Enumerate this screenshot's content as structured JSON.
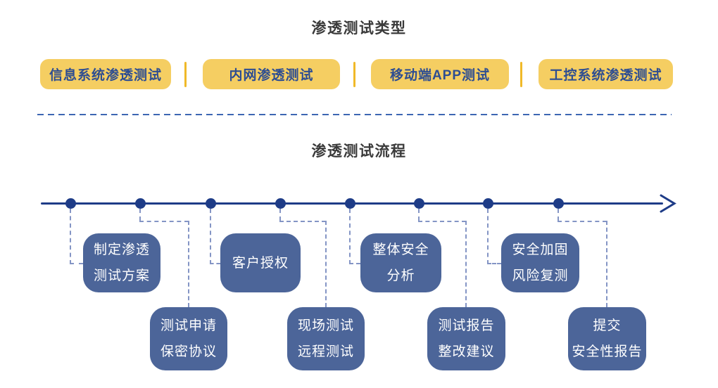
{
  "colors": {
    "chip_bg": "#F5CE62",
    "chip_text": "#2D4D92",
    "chip_divider": "#F0B929",
    "timeline_navy": "#1E3C87",
    "connector_dash": "#8495C5",
    "card_bg": "#4C6599",
    "card_text": "#FFFFFF",
    "section_divider": "#3D66B3",
    "title_text": "#3A3A3A"
  },
  "types_section": {
    "title": "渗透测试类型",
    "chips": [
      {
        "label": "信息系统渗透测试"
      },
      {
        "label": "内网渗透测试"
      },
      {
        "label": "移动端APP测试"
      },
      {
        "label": "工控系统渗透测试"
      }
    ]
  },
  "process_section": {
    "title": "渗透测试流程",
    "steps": [
      {
        "line1": "制定渗透",
        "line2": "测试方案"
      },
      {
        "line1": "测试申请",
        "line2": "保密协议"
      },
      {
        "line1": "客户授权"
      },
      {
        "line1": "现场测试",
        "line2": "远程测试"
      },
      {
        "line1": "整体安全",
        "line2": "分析"
      },
      {
        "line1": "测试报告",
        "line2": "整改建议"
      },
      {
        "line1": "安全加固",
        "line2": "风险复测"
      },
      {
        "line1": "提交",
        "line2": "安全性报告"
      }
    ]
  }
}
